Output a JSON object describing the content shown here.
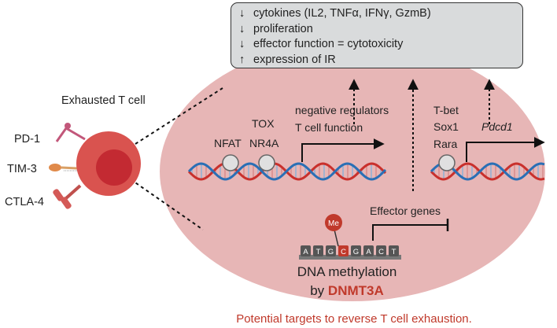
{
  "effects": [
    {
      "arrow": "↓",
      "text": "cytokines (IL2, TNFα, IFNγ, GzmB)"
    },
    {
      "arrow": "↓",
      "text": "proliferation"
    },
    {
      "arrow": "↓",
      "text": "effector function = cytotoxicity"
    },
    {
      "arrow": "↑",
      "text": "expression of IR"
    }
  ],
  "cell": {
    "label": "Exhausted T cell",
    "receptors": [
      "PD-1",
      "TIM-3",
      "CTLA-4"
    ]
  },
  "factors": {
    "nfat": "NFAT",
    "tox": "TOX",
    "nr4a": "NR4A",
    "neg_reg_line1": "negative regulators",
    "neg_reg_line2": "T cell function",
    "tbet": "T-bet",
    "sox1": "Sox1",
    "rara": "Rara",
    "pdcd1": "Pdcd1"
  },
  "methylation": {
    "me_label": "Me",
    "bases": [
      "A",
      "T",
      "G",
      "C",
      "G",
      "A",
      "C",
      "T"
    ],
    "effector_genes": "Effector genes",
    "line1": "DNA methylation",
    "line2_prefix": "by",
    "enzyme": "DNMT3A"
  },
  "caption": "Potential targets to reverse T cell exhaustion.",
  "colors": {
    "nucleus_fill": "#e7b6b6",
    "cell_outer": "#d9534f",
    "cell_inner": "#c32a32",
    "dna_red": "#c9302c",
    "dna_blue": "#2a6fb5",
    "accent_red": "#c0392b"
  }
}
